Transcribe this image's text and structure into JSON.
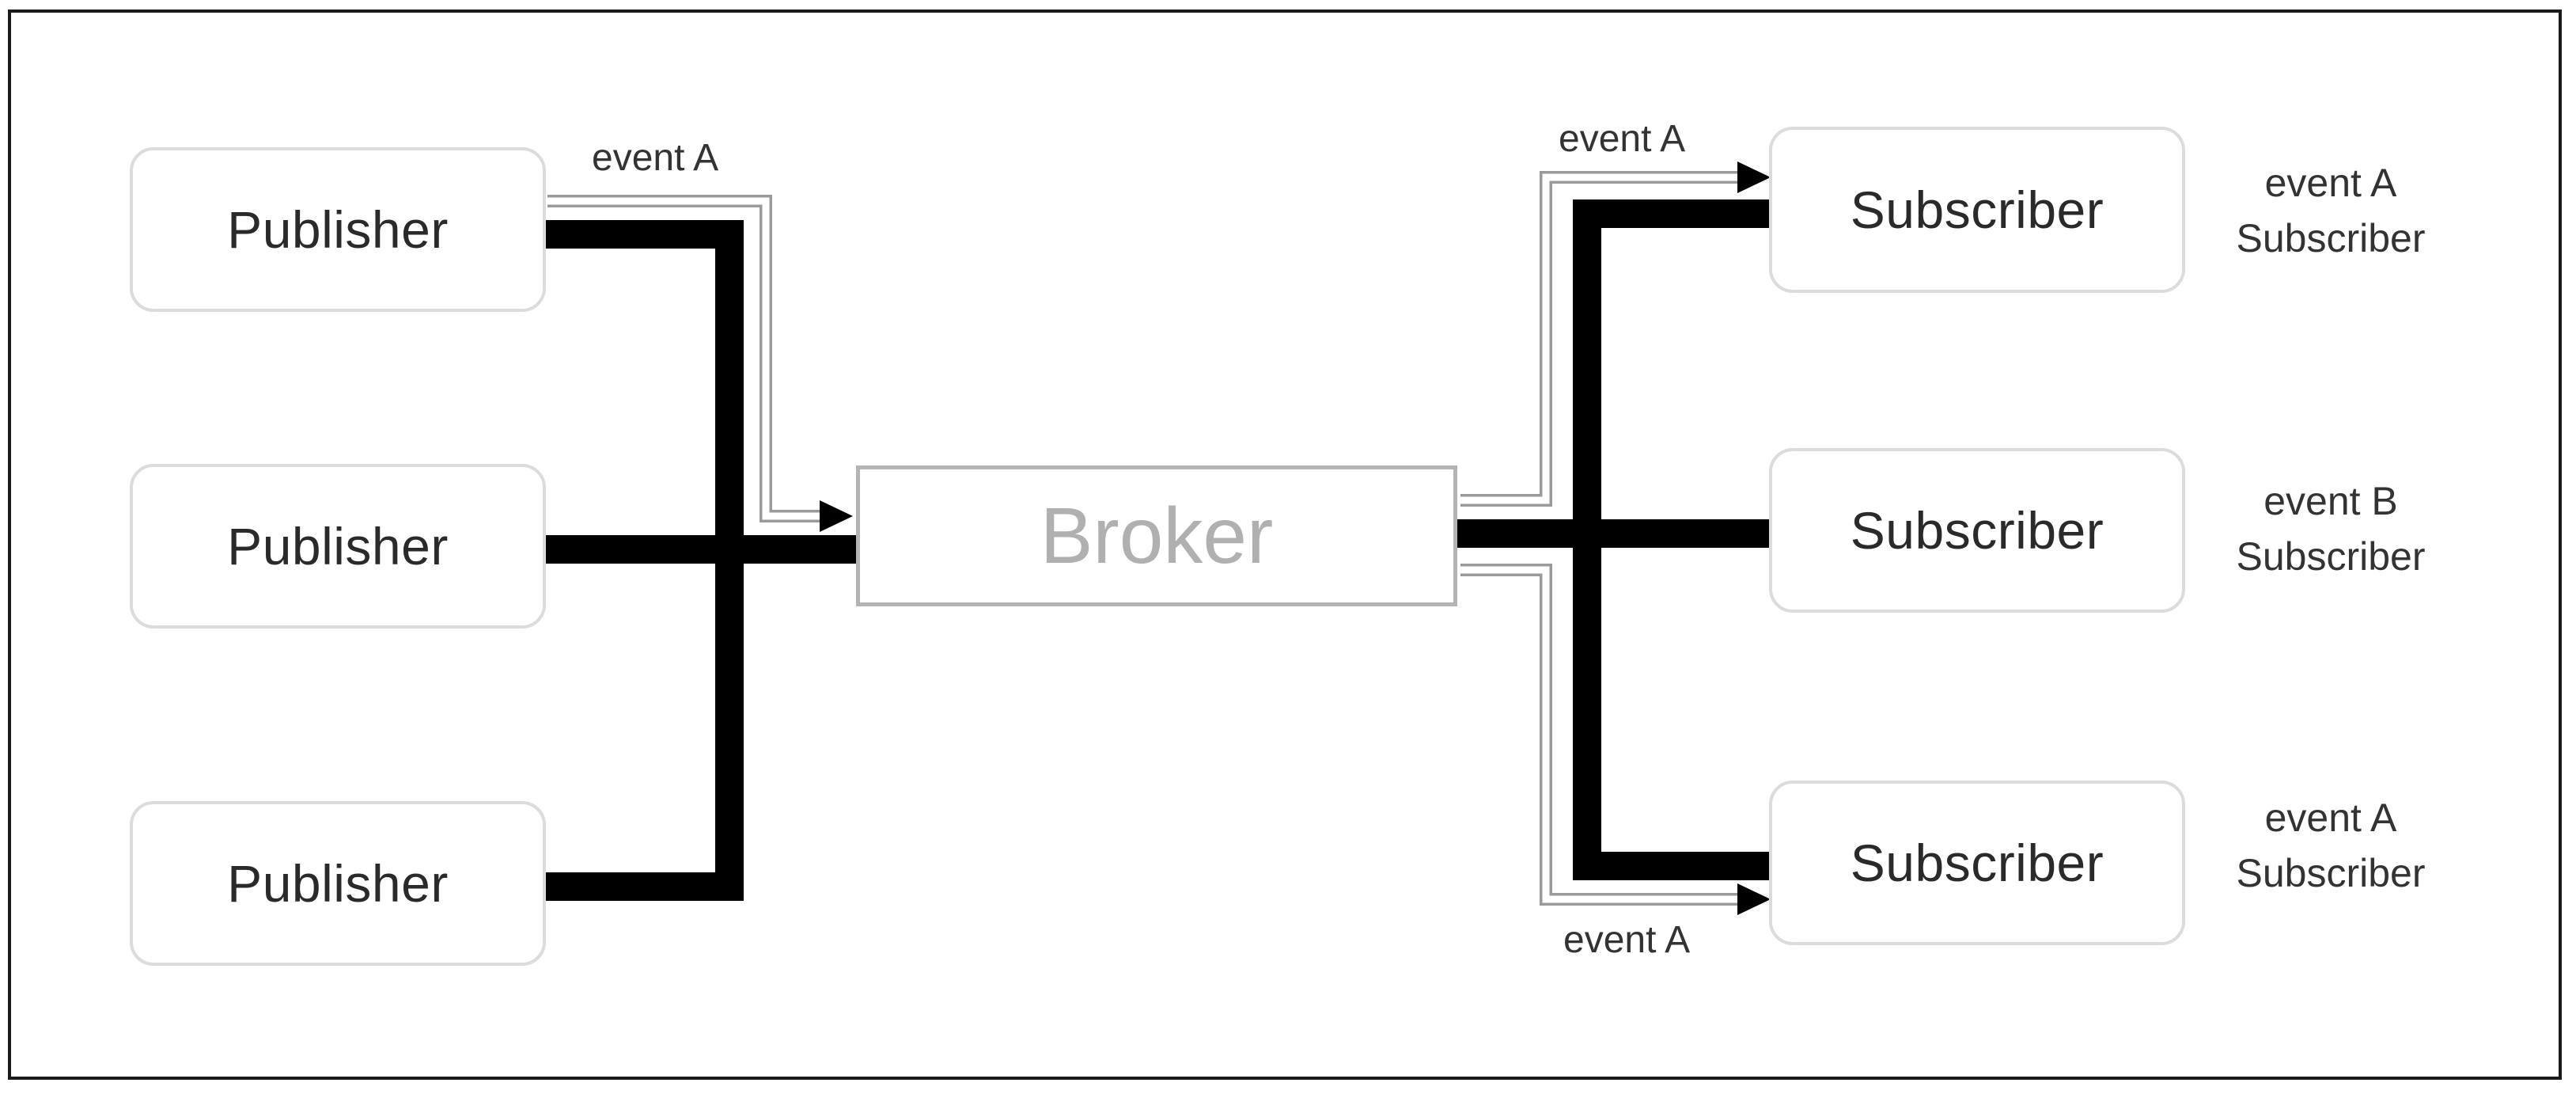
{
  "publishers": [
    {
      "label": "Publisher"
    },
    {
      "label": "Publisher"
    },
    {
      "label": "Publisher"
    }
  ],
  "broker": {
    "label": "Broker"
  },
  "subscribers": [
    {
      "label": "Subscriber",
      "annotation_line1": "event A",
      "annotation_line2": "Subscriber"
    },
    {
      "label": "Subscriber",
      "annotation_line1": "event B",
      "annotation_line2": "Subscriber"
    },
    {
      "label": "Subscriber",
      "annotation_line1": "event A",
      "annotation_line2": "Subscriber"
    }
  ],
  "edge_labels": {
    "publisher_event": "event A",
    "top_subscriber_event": "event A",
    "bottom_subscriber_event": "event A"
  },
  "colors": {
    "connector": "#000000",
    "event_path": "#9a9a9a",
    "node_border": "#dcdcdc",
    "broker_border": "#b4b4b4",
    "broker_text": "#b0b0b0"
  }
}
